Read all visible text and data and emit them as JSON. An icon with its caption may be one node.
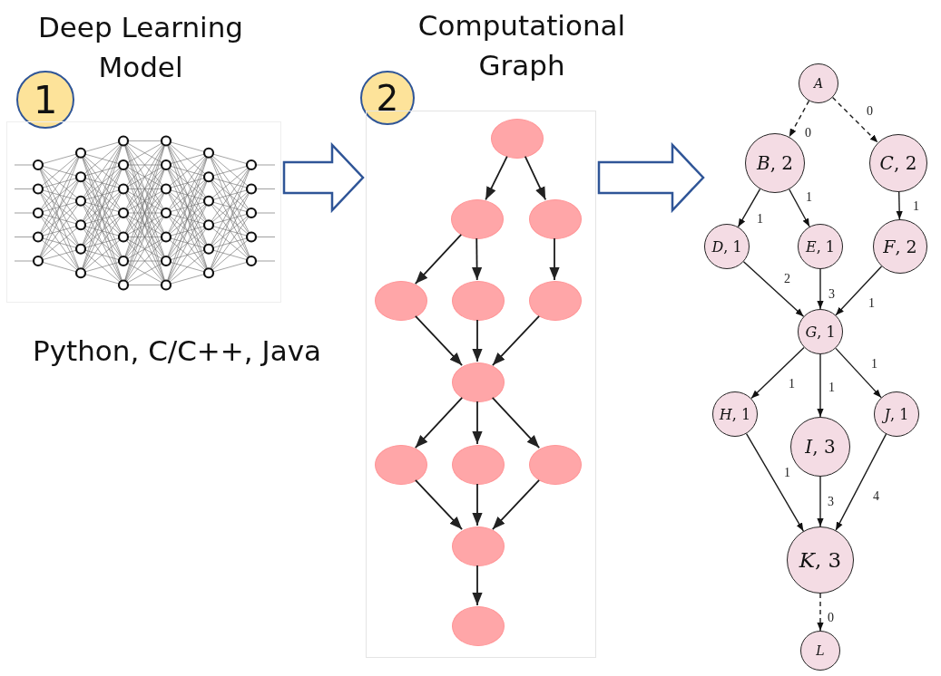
{
  "diagram": {
    "nodes": [
      {
        "text": [
          "1"
        ]
      },
      {
        "text": [],
        "shape": "picture"
      },
      {
        "text": [
          "2"
        ]
      },
      {
        "text": [],
        "shape": "box"
      },
      {
        "text": [],
        "shape": "circle",
        "in": 3
      },
      {
        "text": [],
        "shape": "circle",
        "in": 3
      },
      {
        "text": [],
        "shape": "circle",
        "in": 3
      },
      {
        "text": [],
        "shape": "circle",
        "in": 3
      },
      {
        "text": [],
        "shape": "circle",
        "in": 3
      },
      {
        "text": [],
        "shape": "circle",
        "in": 3
      },
      {
        "text": [],
        "shape": "circle",
        "in": 3
      },
      {
        "text": [],
        "shape": "circle",
        "in": 3
      },
      {
        "text": [],
        "shape": "circle",
        "in": 3
      },
      {
        "text": [],
        "shape": "circle",
        "in": 3
      },
      {
        "text": [],
        "shape": "circle",
        "in": 3
      },
      {
        "text": [],
        "shape": "circle",
        "in": 3
      },
      {
        "text": [
          "*A*"
        ]
      },
      {
        "text": [
          "*B*, 2"
        ]
      },
      {
        "text": [
          "*C*, 2"
        ]
      },
      {
        "text": [
          "*D*, 1"
        ]
      },
      {
        "text": [
          "*E*, 1"
        ]
      },
      {
        "text": [
          "*F*, 2"
        ]
      },
      {
        "text": [
          "*G*, 1"
        ]
      },
      {
        "text": [
          "*H*, 1"
        ]
      },
      {
        "text": [
          "*I*, 3"
        ]
      },
      {
        "text": [
          "*J*, 1"
        ]
      },
      {
        "text": [
          "*K*, 3"
        ]
      },
      {
        "text": [
          "*L*"
        ]
      }
    ],
    "edges": [
      {
        "from": 1,
        "to": 3,
        "arrow": "to",
        "style": "thick",
        "color": "#2f5597"
      },
      {
        "from": 3,
        "to": null,
        "arrow": "to",
        "style": "thick",
        "color": "#2f5597"
      },
      {
        "from": 4,
        "to": 5,
        "arrow": "to"
      },
      {
        "from": 4,
        "to": 6,
        "arrow": "to"
      },
      {
        "from": 5,
        "to": 7,
        "arrow": "to"
      },
      {
        "from": 5,
        "to": 8,
        "arrow": "to"
      },
      {
        "from": 6,
        "to": 9,
        "arrow": "to"
      },
      {
        "from": 7,
        "to": 10,
        "arrow": "to"
      },
      {
        "from": 8,
        "to": 10,
        "arrow": "to"
      },
      {
        "from": 9,
        "to": 10,
        "arrow": "to"
      },
      {
        "from": 10,
        "to": 11,
        "arrow": "to"
      },
      {
        "from": 10,
        "to": 12,
        "arrow": "to"
      },
      {
        "from": 10,
        "to": 13,
        "arrow": "to"
      },
      {
        "from": 11,
        "to": 14,
        "arrow": "to"
      },
      {
        "from": 12,
        "to": 14,
        "arrow": "to"
      },
      {
        "from": 13,
        "to": 14,
        "arrow": "to"
      },
      {
        "from": 14,
        "to": 15,
        "arrow": "to"
      },
      {
        "from": 16,
        "to": 17,
        "arrow": "to",
        "label": "0",
        "style": "dashed"
      },
      {
        "from": 16,
        "to": 18,
        "arrow": "to",
        "label": "0",
        "style": "dashed"
      },
      {
        "from": 17,
        "to": 19,
        "arrow": "to",
        "label": "1"
      },
      {
        "from": 17,
        "to": 20,
        "arrow": "to",
        "label": "1"
      },
      {
        "from": 18,
        "to": 21,
        "arrow": "to",
        "label": "1"
      },
      {
        "from": 19,
        "to": 22,
        "arrow": "to",
        "label": "2"
      },
      {
        "from": 20,
        "to": 22,
        "arrow": "to",
        "label": "3"
      },
      {
        "from": 21,
        "to": 22,
        "arrow": "to",
        "label": "1"
      },
      {
        "from": 22,
        "to": 23,
        "arrow": "to",
        "label": "1"
      },
      {
        "from": 22,
        "to": 24,
        "arrow": "to",
        "label": "1"
      },
      {
        "from": 22,
        "to": 25,
        "arrow": "to",
        "label": "1"
      },
      {
        "from": 23,
        "to": 26,
        "arrow": "to",
        "label": "1"
      },
      {
        "from": 24,
        "to": 26,
        "arrow": "to",
        "label": "3"
      },
      {
        "from": 25,
        "to": 26,
        "arrow": "to",
        "label": "4"
      },
      {
        "from": 26,
        "to": 27,
        "arrow": "to",
        "label": "0",
        "style": "dashed"
      }
    ],
    "labels": [
      "Deep Learning Model",
      "Computational Graph",
      "Python, C/C++, Java"
    ]
  }
}
